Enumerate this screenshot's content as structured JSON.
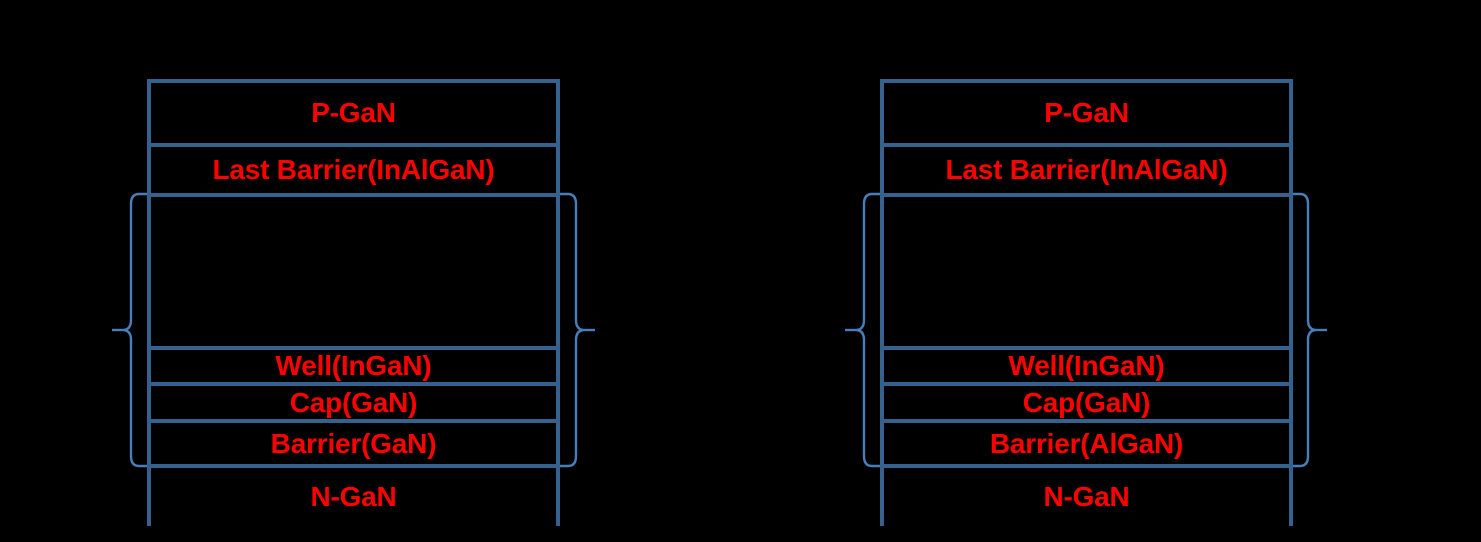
{
  "figure": {
    "background_color": "#000000",
    "border_color": "#35618F",
    "brace_color": "#4A7EBB",
    "label_color": "#FF0000"
  },
  "diagrams": [
    {
      "id": "reference-structure",
      "position": "left",
      "layers": [
        {
          "label": "P-GaN",
          "name": "layer-p-gan"
        },
        {
          "label": "Last Barrier(InAlGaN)",
          "name": "layer-last-barrier"
        },
        {
          "label": "",
          "name": "layer-mqw-region"
        },
        {
          "label": "Well(InGaN)",
          "name": "layer-well"
        },
        {
          "label": "Cap(GaN)",
          "name": "layer-cap"
        },
        {
          "label": "Barrier(GaN)",
          "name": "layer-barrier"
        },
        {
          "label": "N-GaN",
          "name": "layer-n-gan"
        }
      ]
    },
    {
      "id": "algan-barrier-structure",
      "position": "right",
      "layers": [
        {
          "label": "P-GaN",
          "name": "layer-p-gan"
        },
        {
          "label": "Last Barrier(InAlGaN)",
          "name": "layer-last-barrier"
        },
        {
          "label": "",
          "name": "layer-mqw-region"
        },
        {
          "label": "Well(InGaN)",
          "name": "layer-well"
        },
        {
          "label": "Cap(GaN)",
          "name": "layer-cap"
        },
        {
          "label": "Barrier(AlGaN)",
          "name": "layer-barrier"
        },
        {
          "label": "N-GaN",
          "name": "layer-n-gan"
        }
      ]
    }
  ]
}
